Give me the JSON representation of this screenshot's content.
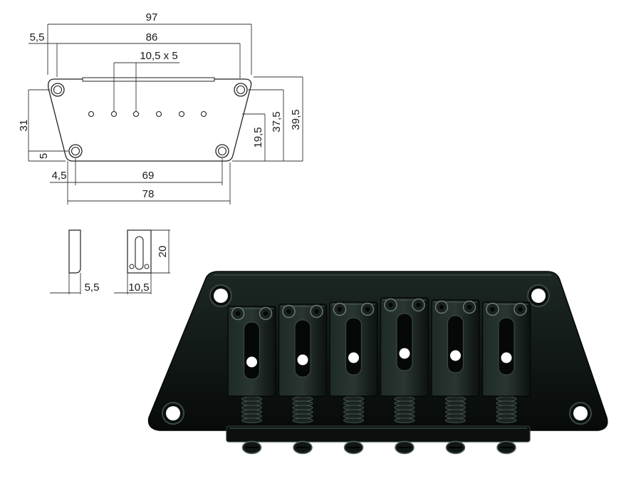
{
  "top_dims": {
    "overall_width": "97",
    "hole_spacing_width": "86",
    "edge_offset_top": "5,5",
    "saddle_slot": "10,5 x 5"
  },
  "left_dims": {
    "plate_height": "31",
    "lower_hole_offset": "5"
  },
  "right_dims": {
    "height_mid": "19,5",
    "height_inner": "37,5",
    "height_outer": "39,5"
  },
  "bottom_dims": {
    "edge_offset_bottom": "4,5",
    "bottom_hole_spacing": "69",
    "bottom_width": "78"
  },
  "saddle_dims": {
    "saddle_thickness": "5,5",
    "saddle_width": "10,5",
    "saddle_height": "20"
  },
  "photo": {
    "saddle_count": 6,
    "plate_color": "#0d1411"
  }
}
